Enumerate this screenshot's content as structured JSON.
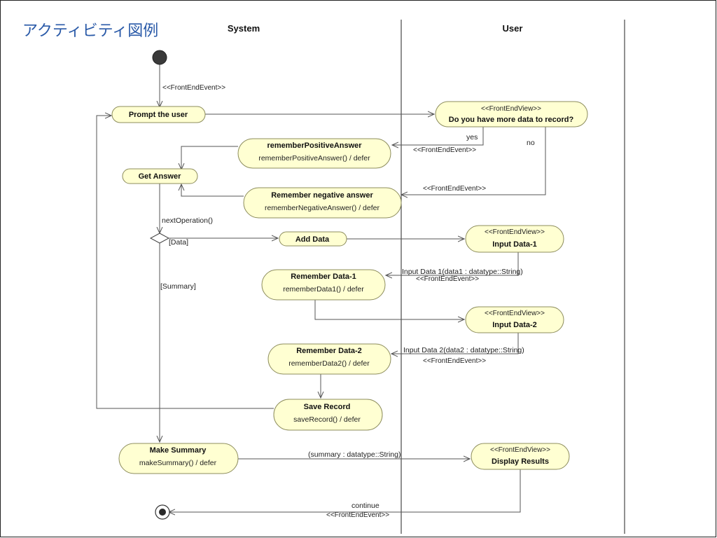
{
  "title": "アクティビティ図例",
  "lanes": {
    "system": "System",
    "user": "User"
  },
  "nodes": {
    "prompt": {
      "title": "Prompt the user"
    },
    "ask": {
      "stereotype": "<<FrontEndView>>",
      "title": "Do you have more data to record?"
    },
    "rpa": {
      "title": "rememberPositiveAnswer",
      "sub": "rememberPositiveAnswer() / defer"
    },
    "getAnswer": {
      "title": "Get Answer"
    },
    "rna": {
      "title": "Remember negative answer",
      "sub": "rememberNegativeAnswer() / defer"
    },
    "addData": {
      "title": "Add Data"
    },
    "input1": {
      "stereotype": "<<FrontEndView>>",
      "title": "Input Data-1"
    },
    "rd1": {
      "title": "Remember Data-1",
      "sub": "rememberData1() / defer"
    },
    "input2": {
      "stereotype": "<<FrontEndView>>",
      "title": "Input Data-2"
    },
    "rd2": {
      "title": "Remember Data-2",
      "sub": "rememberData2() / defer"
    },
    "save": {
      "title": "Save Record",
      "sub": "saveRecord() / defer"
    },
    "summary": {
      "title": "Make Summary",
      "sub": "makeSummary() / defer"
    },
    "display": {
      "stereotype": "<<FrontEndView>>",
      "title": "Display Results"
    }
  },
  "edges": {
    "start_event": "<<FrontEndEvent>>",
    "yes": "yes",
    "yes_event": "<<FrontEndEvent>>",
    "no": "no",
    "no_event": "<<FrontEndEvent>>",
    "next_op": "nextOperation()",
    "data_guard": "[Data]",
    "summary_guard": "[Summary]",
    "input1_flow": "Input Data 1(data1 : datatype::String)",
    "input1_event": "<<FrontEndEvent>>",
    "input2_flow": "Input Data 2(data2 : datatype::String)",
    "input2_event": "<<FrontEndEvent>>",
    "summary_flow": "(summary : datatype::String)",
    "continue": "continue",
    "continue_event": "<<FrontEndEvent>>"
  }
}
